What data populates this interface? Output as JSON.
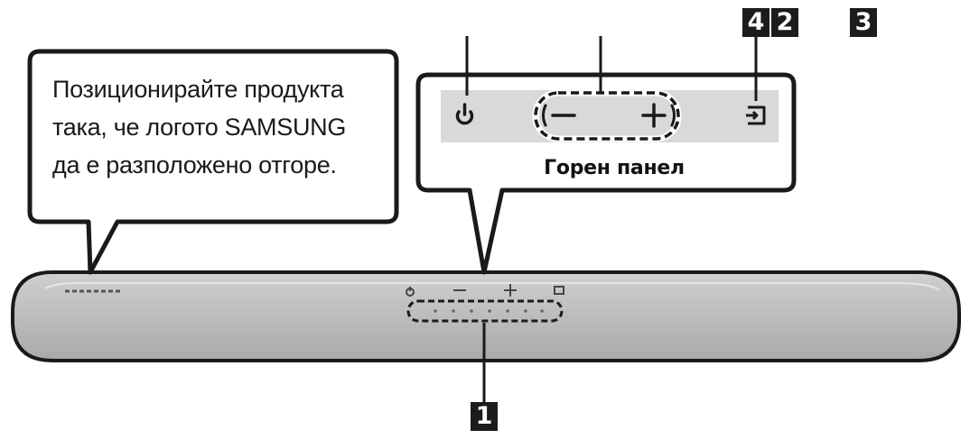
{
  "callout": {
    "lines": [
      "Позиционирайте продукта",
      "така, че логото SAMSUNG",
      "да е разположено отгоре."
    ]
  },
  "top_panel": {
    "label": "Горен панел",
    "volume_minus_symbol": "−",
    "volume_plus_symbol": "+"
  },
  "badges": [
    "1",
    "2",
    "3",
    "4"
  ],
  "icons": {
    "power": "power-icon",
    "source": "input-source-icon"
  },
  "colors": {
    "panel_bg": "#d9d9d9",
    "soundbar_fill": "#bdbdbd",
    "outline": "#1a1a1a",
    "badge_bg": "#1c1c1c"
  }
}
